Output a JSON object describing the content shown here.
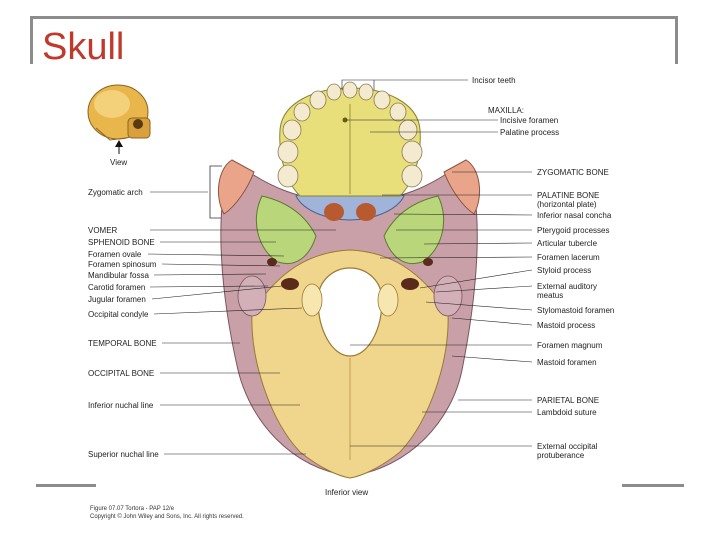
{
  "slide": {
    "title": "Skull"
  },
  "figure": {
    "thumbnail_label": "View",
    "view_label": "Inferior view",
    "caption_line1": "Figure 07.07  Tortora - PAP 12/e",
    "caption_line2": "Copyright © John Wiley and Sons, Inc. All rights reserved."
  },
  "labels_left": [
    "Zygomatic arch",
    "VOMER",
    "SPHENOID BONE",
    "Foramen ovale",
    "Foramen spinosum",
    "Mandibular fossa",
    "Carotid foramen",
    "Jugular foramen",
    "Occipital condyle",
    "TEMPORAL BONE",
    "OCCIPITAL BONE",
    "Inferior nuchal line",
    "Superior nuchal line"
  ],
  "labels_right": [
    "Incisor teeth",
    "MAXILLA:",
    "Incisive foramen",
    "Palatine process",
    "ZYGOMATIC BONE",
    "PALATINE BONE",
    "(horizontal plate)",
    "Inferior nasal concha",
    "Pterygoid processes",
    "Articular tubercle",
    "Foramen lacerum",
    "Styloid process",
    "External auditory",
    "meatus",
    "Stylomastoid foramen",
    "Mastoid process",
    "Foramen magnum",
    "Mastoid foramen",
    "PARIETAL BONE",
    "Lambdoid suture",
    "External occipital",
    "protuberance"
  ],
  "colors": {
    "title": "#c0392b",
    "maxilla": "#e8df7a",
    "occipital": "#f0d58c",
    "temporal": "#c9a0a8",
    "sphenoid": "#b9d77a",
    "palatine": "#9fb4d8",
    "zygomatic": "#e9a48a",
    "teeth": "#f4ead0"
  }
}
